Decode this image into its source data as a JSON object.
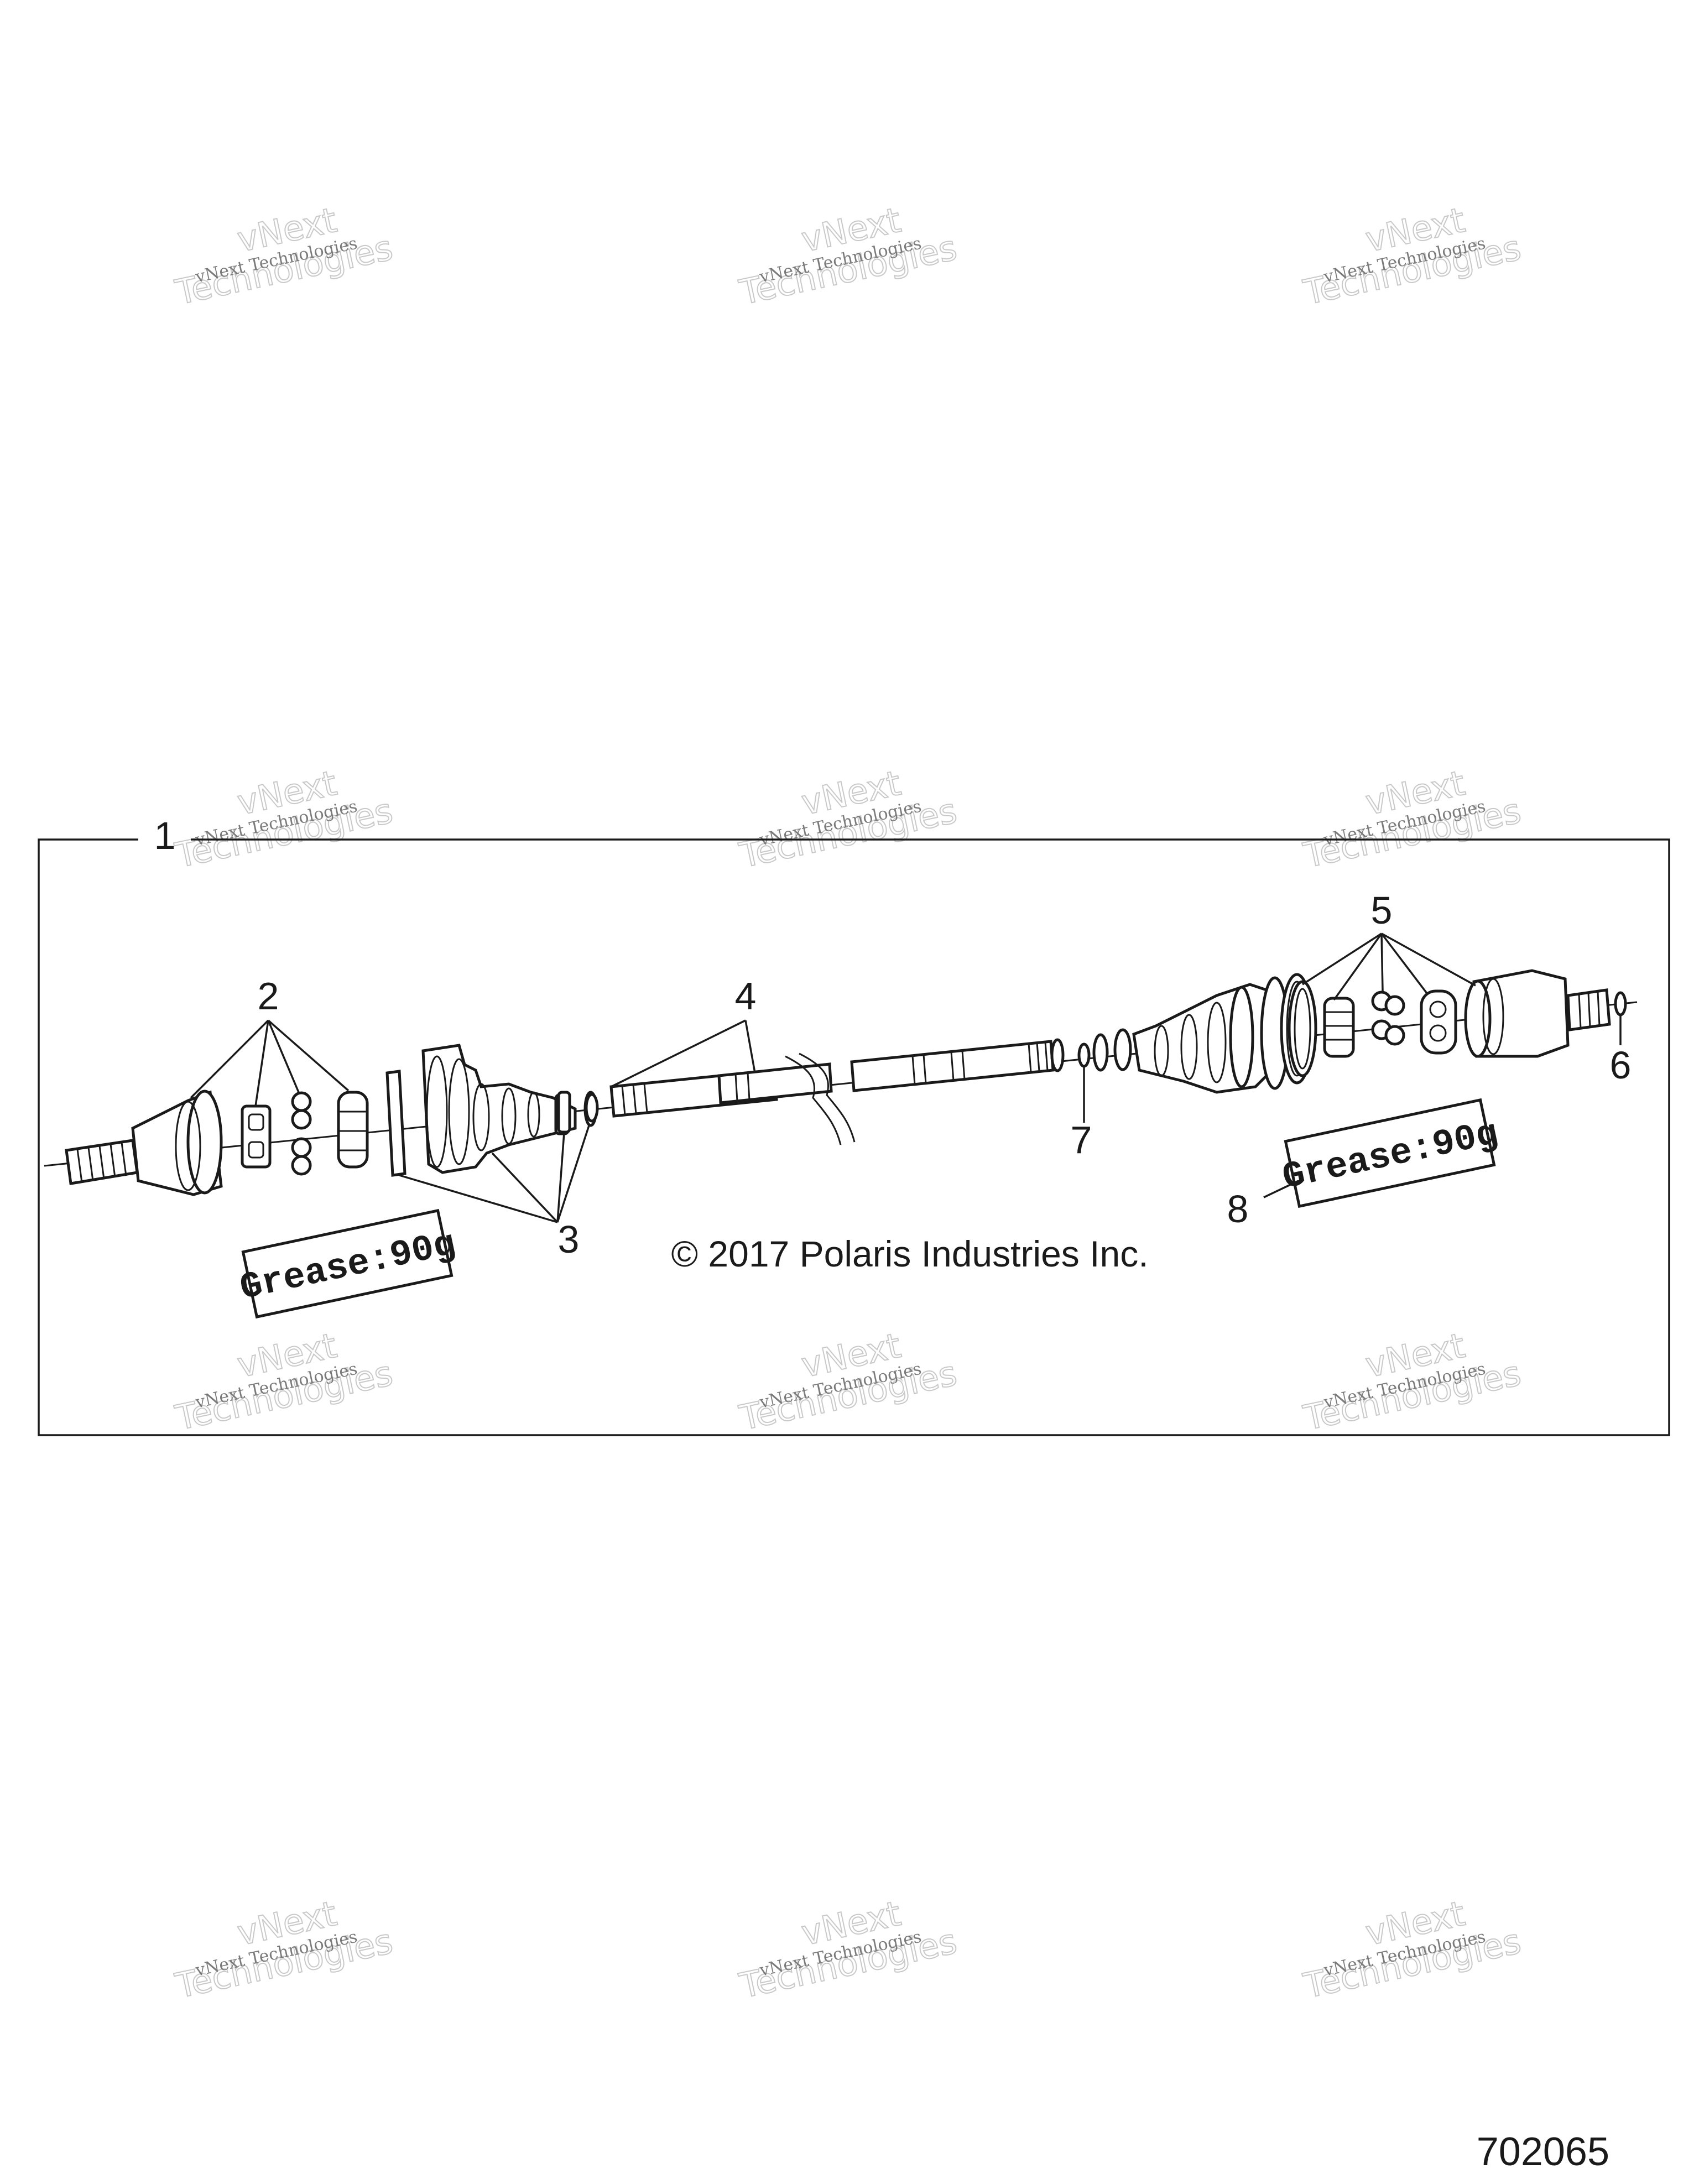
{
  "callouts": {
    "c1": "1",
    "c2": "2",
    "c3": "3",
    "c4": "4",
    "c5": "5",
    "c6": "6",
    "c7": "7",
    "c8": "8"
  },
  "copyright": "© 2017 Polaris Industries Inc.",
  "grease_label_left": "Grease:90g",
  "grease_label_right": "Grease:90g",
  "figure_number": "702065",
  "watermark": {
    "line_small": "vNext Technologies",
    "line_big_top": "vNext",
    "line_big_bottom": "Technologies"
  },
  "colors": {
    "ink": "#1a1a1a",
    "watermark": "#c9c9c9"
  }
}
